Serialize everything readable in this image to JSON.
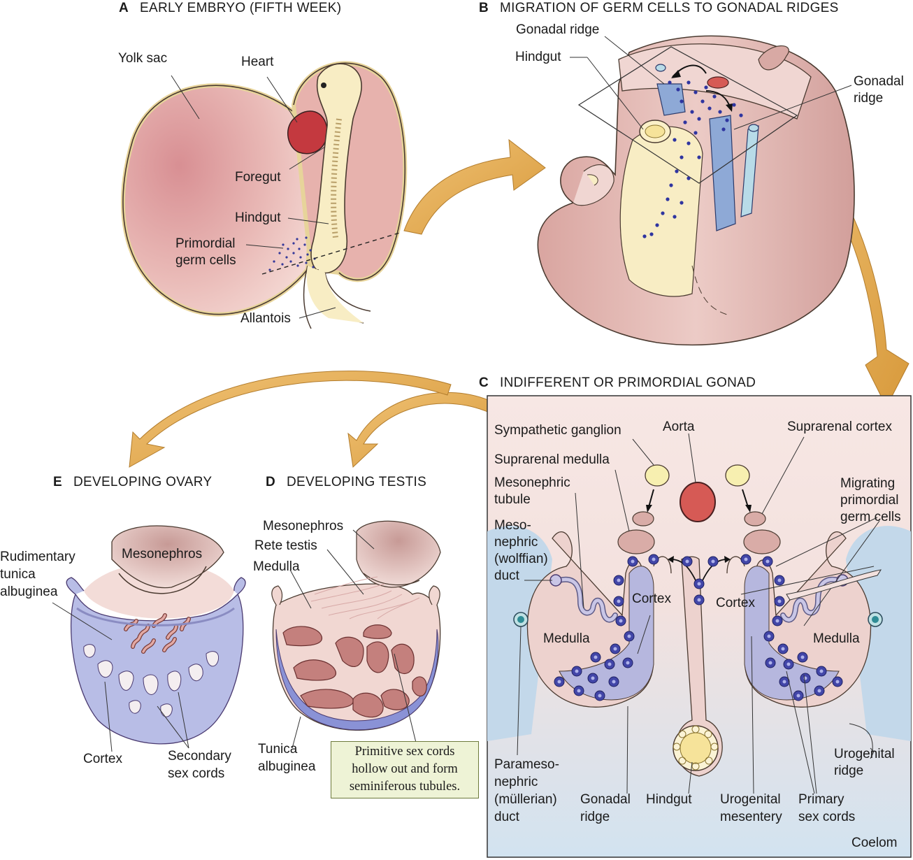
{
  "panels": {
    "a": {
      "letter": "A",
      "title": "EARLY EMBRYO (FIFTH WEEK)"
    },
    "b": {
      "letter": "B",
      "title": "MIGRATION OF GERM CELLS TO GONADAL RIDGES"
    },
    "c": {
      "letter": "C",
      "title": "INDIFFERENT OR PRIMORDIAL GONAD"
    },
    "d": {
      "letter": "D",
      "title": "DEVELOPING TESTIS"
    },
    "e": {
      "letter": "E",
      "title": "DEVELOPING OVARY"
    }
  },
  "labels": {
    "yolk_sac": "Yolk sac",
    "heart": "Heart",
    "foregut": "Foregut",
    "hindgut_a": "Hindgut",
    "primordial_1": "Primordial",
    "primordial_2": "germ cells",
    "allantois": "Allantois",
    "gonadal_ridge_b1": "Gonadal ridge",
    "hindgut_b": "Hindgut",
    "gonadal_ridge_b2_1": "Gonadal",
    "gonadal_ridge_b2_2": "ridge",
    "sympathetic_ganglion": "Sympathetic ganglion",
    "aorta": "Aorta",
    "suprarenal_cortex": "Suprarenal cortex",
    "suprarenal_medulla": "Suprarenal medulla",
    "mesonephric_tubule_1": "Mesonephric",
    "mesonephric_tubule_2": "tubule",
    "meso_duct_1": "Meso-",
    "meso_duct_2": "nephric",
    "meso_duct_3": "(wolffian)",
    "meso_duct_4": "duct",
    "migrating_1": "Migrating",
    "migrating_2": "primordial",
    "migrating_3": "germ cells",
    "cortex_c_left": "Cortex",
    "cortex_c_right": "Cortex",
    "medulla_c_left": "Medulla",
    "medulla_c_right": "Medulla",
    "parameso_1": "Parameso-",
    "parameso_2": "nephric",
    "parameso_3": "(müllerian)",
    "parameso_4": "duct",
    "gonadal_ridge_c_1": "Gonadal",
    "gonadal_ridge_c_2": "ridge",
    "hindgut_c": "Hindgut",
    "urogenital_mesentery_1": "Urogenital",
    "urogenital_mesentery_2": "mesentery",
    "primary_sex_cords_1": "Primary",
    "primary_sex_cords_2": "sex cords",
    "urogenital_ridge_1": "Urogenital",
    "urogenital_ridge_2": "ridge",
    "coelom": "Coelom",
    "mesonephros_e": "Mesonephros",
    "rudimentary_1": "Rudimentary",
    "rudimentary_2": "tunica",
    "rudimentary_3": "albuginea",
    "cortex_e": "Cortex",
    "secondary_1": "Secondary",
    "secondary_2": "sex cords",
    "mesonephros_d": "Mesonephros",
    "rete_testis": "Rete testis",
    "medulla_d": "Medulla",
    "tunica_1": "Tunica",
    "tunica_2": "albuginea"
  },
  "note": {
    "line1": "Primitive sex cords",
    "line2": "hollow out and form",
    "line3": "seminiferous tubules."
  },
  "colors": {
    "flesh": "#ecc9c6",
    "flesh_dark": "#c9938f",
    "cream": "#fbf0c8",
    "coelom_blue": "#c7dbeb",
    "lavender": "#b7b8de",
    "germ_cell": "#35399a",
    "arrow": "#e2ab53",
    "heart_red": "#c4393f"
  }
}
